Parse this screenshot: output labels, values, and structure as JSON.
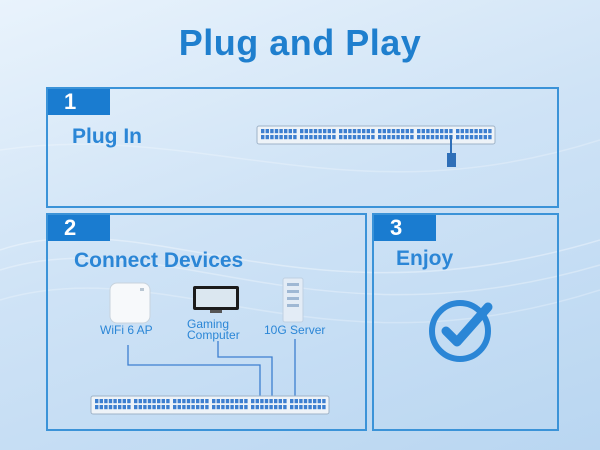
{
  "title": "Plug and Play",
  "steps": [
    {
      "number": "1",
      "label": "Plug In"
    },
    {
      "number": "2",
      "label": "Connect Devices"
    },
    {
      "number": "3",
      "label": "Enjoy"
    }
  ],
  "devices": {
    "ap": "WiFi 6 AP",
    "computer_line1": "Gaming",
    "computer_line2": "Computer",
    "server": "10G Server"
  },
  "colors": {
    "accent": "#1a7cd0",
    "title": "#1f7fce",
    "border": "#3b93d8",
    "port": "#3d7fd0"
  }
}
